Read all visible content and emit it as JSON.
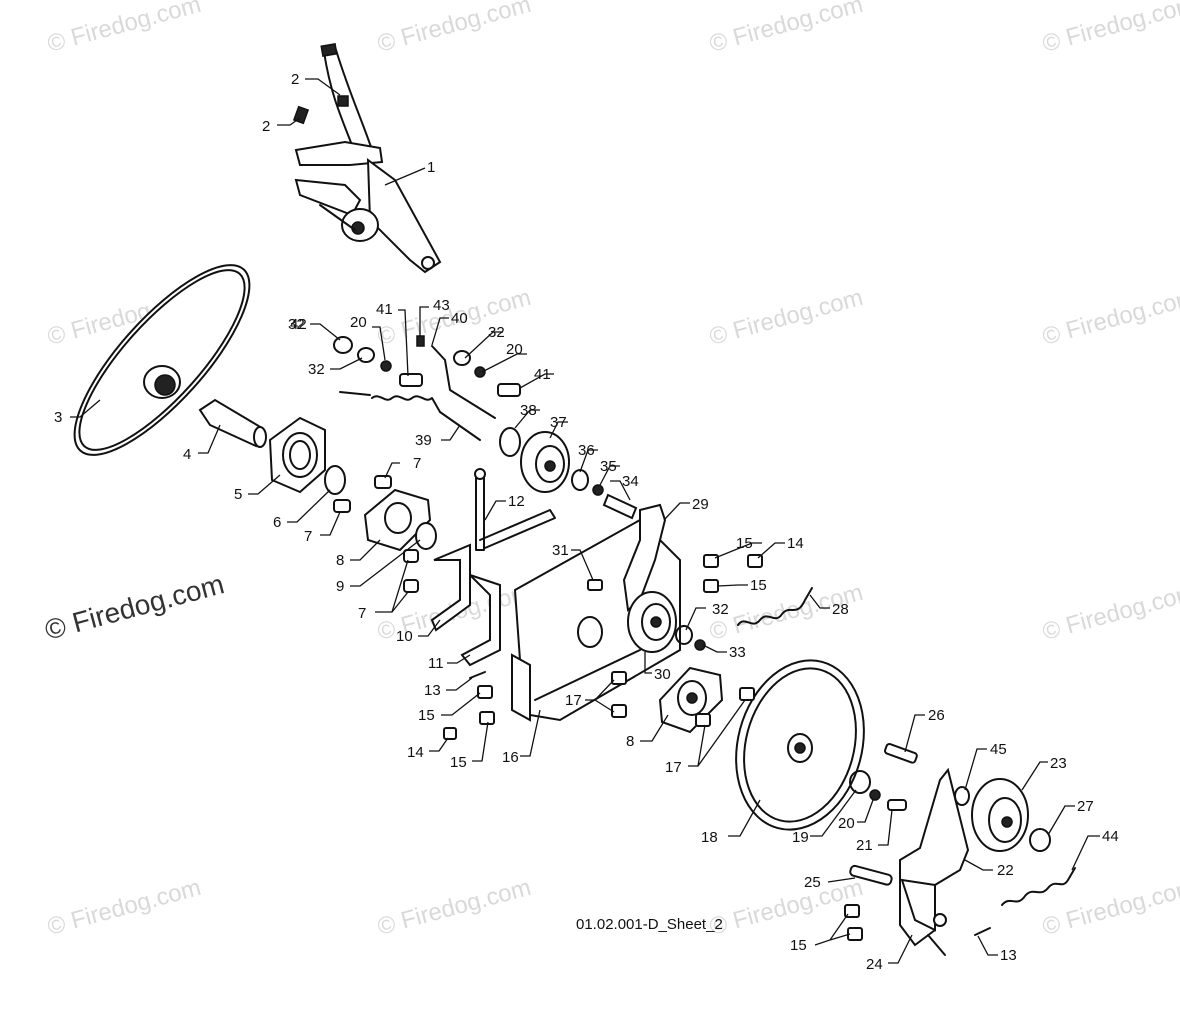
{
  "sheet_label": "01.02.001-D_Sheet_2",
  "watermark": "© Firedog.com",
  "callouts": {
    "c1": "1",
    "c2a": "2",
    "c2b": "2",
    "c3": "3",
    "c4": "4",
    "c5": "5",
    "c6": "6",
    "c7a": "7",
    "c7b": "7",
    "c7c": "7",
    "c8a": "8",
    "c8b": "8",
    "c9": "9",
    "c10": "10",
    "c11": "11",
    "c12": "12",
    "c13a": "13",
    "c13b": "13",
    "c14a": "14",
    "c14b": "14",
    "c15a": "15",
    "c15b": "15",
    "c15c": "15",
    "c15d": "15",
    "c15e": "15",
    "c16": "16",
    "c17a": "17",
    "c17b": "17",
    "c18": "18",
    "c19": "19",
    "c20a": "20",
    "c20b": "20",
    "c20c": "20",
    "c21": "21",
    "c22": "22",
    "c23": "23",
    "c24": "24",
    "c25": "25",
    "c26": "26",
    "c27": "27",
    "c28": "28",
    "c29": "29",
    "c30": "30",
    "c31": "31",
    "c32a": "32",
    "c32b": "32",
    "c32c": "32",
    "c32d": "32",
    "c33": "33",
    "c34": "34",
    "c35": "35",
    "c36": "36",
    "c37": "37",
    "c38": "38",
    "c39": "39",
    "c40": "40",
    "c41a": "41",
    "c41b": "41",
    "c42": "42",
    "c43": "43",
    "c44": "44",
    "c45": "45"
  }
}
